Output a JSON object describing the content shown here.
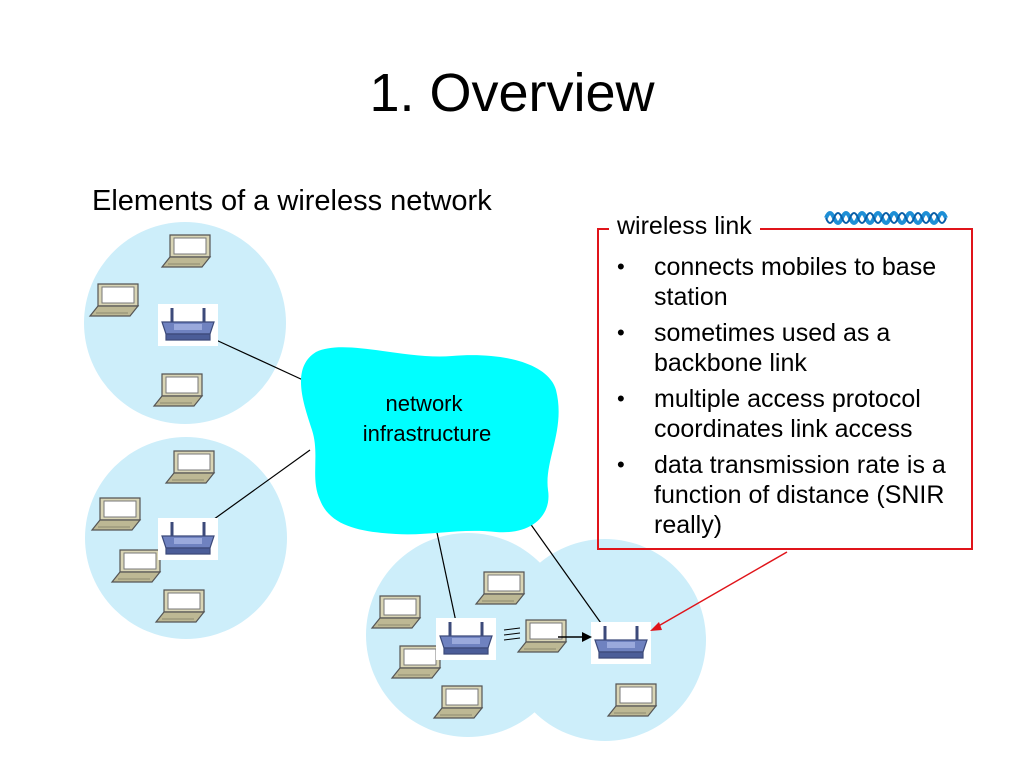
{
  "slide": {
    "title": "1. Overview",
    "subtitle": "Elements of a wireless network"
  },
  "diagram": {
    "cloud_label_line1": "network",
    "cloud_label_line2": "infrastructure",
    "colors": {
      "cell_fill": "#cdeefa",
      "cloud_fill": "#00ffff",
      "callout_border": "#e0141a",
      "base_station": "#5b6ea8",
      "laptop": "#c8c3a0",
      "wireless_link_symbol": "#1e8fd6"
    },
    "icons": [
      "laptop-icon",
      "base-station-icon",
      "wireless-link-icon",
      "cloud-shape"
    ]
  },
  "callout": {
    "heading": "wireless link",
    "bullets": [
      "connects mobiles to base station",
      "sometimes used as a backbone link",
      "multiple access protocol coordinates link access",
      "data transmission rate is a function of distance (SNIR really)"
    ]
  }
}
